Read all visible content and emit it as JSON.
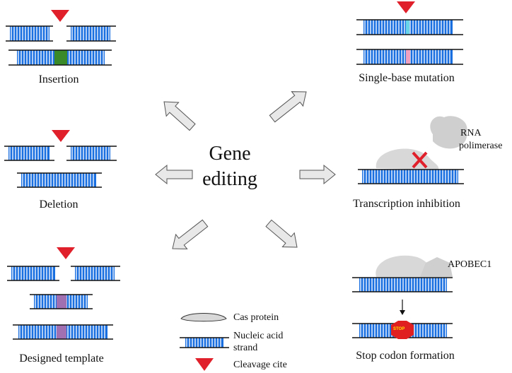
{
  "title": {
    "line1": "Gene",
    "line2": "editing"
  },
  "panels": {
    "insertion": {
      "label": "Insertion"
    },
    "single_base": {
      "label": "Single-base mutation"
    },
    "deletion": {
      "label": "Deletion"
    },
    "transcription": {
      "label": "Transcription inhibition",
      "enzyme_line1": "RNA",
      "enzyme_line2": "polimerase"
    },
    "template": {
      "label": "Designed template"
    },
    "stop_codon": {
      "label": "Stop codon formation",
      "enzyme": "APOBEC1",
      "stop_text": "STOP"
    }
  },
  "legend": {
    "cas_protein": "Cas protein",
    "nucleic_line1": "Nucleic acid",
    "nucleic_line2": "strand",
    "cleavage": "Cleavage cite"
  },
  "colors": {
    "strand_blue": "#1a6fe0",
    "cleavage_red": "#e0202a",
    "insert_green": "#3a8a2a",
    "mutation_cyan": "#6ad4e8",
    "mutation_pink": "#f0a0c0",
    "template_purple": "#a070b0",
    "protein_gray": "#d8d8d8",
    "arrow_gray": "#e8e8e8",
    "stop_red": "#e02020",
    "stop_yellow": "#ffe000"
  }
}
